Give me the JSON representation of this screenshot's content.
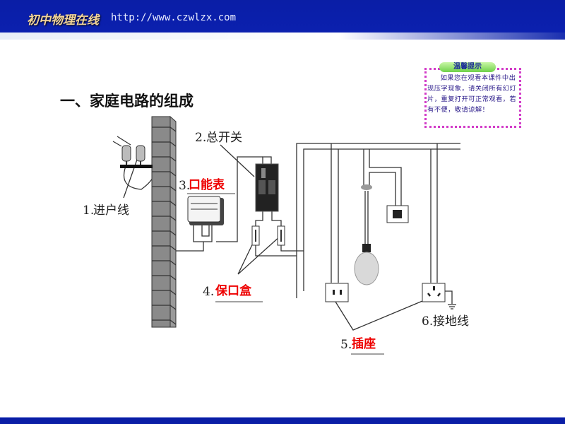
{
  "header": {
    "logo": "初中物理在线",
    "url": "http://www.czwlzx.com"
  },
  "title": "一、家庭电路的组成",
  "notice": {
    "tab": "温馨提示",
    "text": "如果您在观看本课件中出现压字现象，请关闭所有幻灯片，重复打开可正常观看，若有不便，敬请谅解！"
  },
  "diagram": {
    "labels": {
      "l1_num": "1.",
      "l1": "进户线",
      "l2_num": "2.",
      "l2": "总开关",
      "l3_num": "3.",
      "l3": "口能表",
      "l4_num": "4.",
      "l4": "保口盒",
      "l5_num": "5.",
      "l5": "插座",
      "l6_num": "6.",
      "l6": "接地线"
    },
    "colors": {
      "answer": "#e00000",
      "header": "#0a1ea6"
    }
  }
}
